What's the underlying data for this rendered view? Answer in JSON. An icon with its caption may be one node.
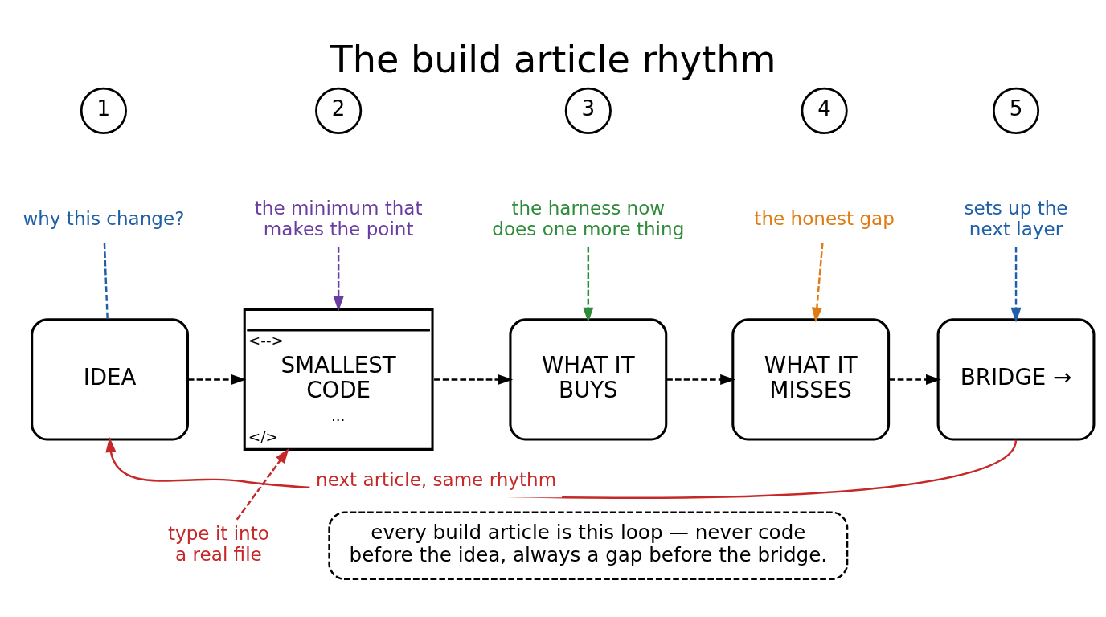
{
  "diagram": {
    "title": "The build article rhythm",
    "nodes": [
      {
        "text": [
          "1"
        ]
      },
      {
        "text": [
          "2"
        ]
      },
      {
        "text": [
          "3"
        ]
      },
      {
        "text": [
          "4"
        ]
      },
      {
        "text": [
          "5"
        ]
      },
      {
        "text": [
          "why this change?"
        ]
      },
      {
        "text": [
          "the minimum that makes the point"
        ]
      },
      {
        "text": [
          "the harness now does one more thing"
        ]
      },
      {
        "text": [
          "the honest gap"
        ]
      },
      {
        "text": [
          "sets up the next layer"
        ]
      },
      {
        "text": [
          "IDEA"
        ]
      },
      {
        "text": [
          "<-->",
          "SMALLEST CODE",
          "...",
          "</>"
        ]
      },
      {
        "text": [
          "WHAT IT BUYS"
        ]
      },
      {
        "text": [
          "WHAT IT MISSES"
        ]
      },
      {
        "text": [
          "BRIDGE →"
        ]
      },
      {
        "text": [
          "type it into a real file"
        ]
      },
      {
        "text": [
          "every build article is this loop — never code before the idea, always a gap before the bridge."
        ]
      }
    ],
    "edges": [
      {
        "from": 5,
        "to": 10,
        "arrow": "none",
        "style": "dashed",
        "color": "#1f5fa6"
      },
      {
        "from": 6,
        "to": 11,
        "arrow": "to",
        "style": "dashed",
        "color": "#6a3ea1"
      },
      {
        "from": 7,
        "to": 12,
        "arrow": "to",
        "style": "dashed",
        "color": "#2e8b3a"
      },
      {
        "from": 8,
        "to": 13,
        "arrow": "to",
        "style": "dashed",
        "color": "#e07b12"
      },
      {
        "from": 9,
        "to": 14,
        "arrow": "to",
        "style": "dashed",
        "color": "#1f5fa6"
      },
      {
        "from": 10,
        "to": 11,
        "arrow": "to",
        "style": "dashed"
      },
      {
        "from": 11,
        "to": 12,
        "arrow": "to",
        "style": "dashed"
      },
      {
        "from": 12,
        "to": 13,
        "arrow": "to",
        "style": "dashed"
      },
      {
        "from": 13,
        "to": 14,
        "arrow": "to",
        "style": "dashed"
      },
      {
        "from": 15,
        "to": 11,
        "arrow": "to",
        "style": "dashed",
        "color": "#c62828"
      },
      {
        "from": 14,
        "to": 10,
        "arrow": "to",
        "label": "next article, same rhythm",
        "color": "#c62828"
      }
    ]
  }
}
